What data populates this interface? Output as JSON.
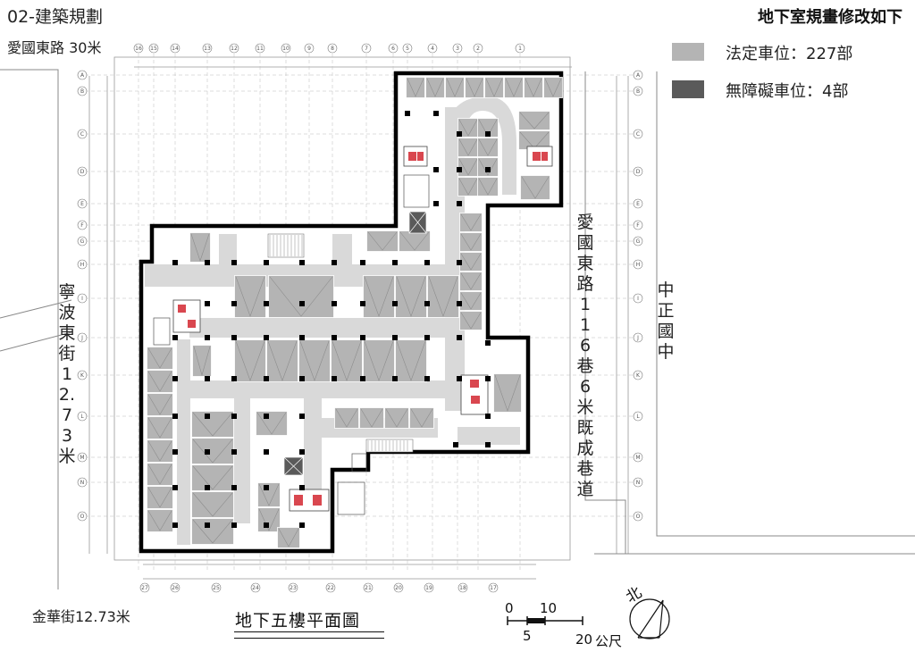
{
  "header": {
    "section_title": "02-建築規劃",
    "page_heading": "地下室規畫修改如下"
  },
  "legend": [
    {
      "label": "法定車位：227部",
      "color": "#b4b4b4"
    },
    {
      "label": "無障礙車位：4部",
      "color": "#5a5a5a"
    }
  ],
  "roads": {
    "north": "愛國東路 30米",
    "west": "寧波東街12.73米",
    "south": "金華街12.73米",
    "east": "愛國東路116巷 6米既成巷道",
    "school": "中正國中"
  },
  "plan": {
    "title": "地下五樓平面圖",
    "top_grid_labels": [
      "16",
      "15",
      "14",
      "13",
      "12",
      "11",
      "10",
      "9",
      "8",
      "7",
      "6",
      "5",
      "4",
      "3",
      "2",
      "1"
    ],
    "bottom_grid_labels": [
      "27",
      "26",
      "25",
      "24",
      "23",
      "22",
      "21",
      "20",
      "19",
      "18",
      "17"
    ],
    "side_grid_labels": [
      "A",
      "B",
      "C",
      "D",
      "E",
      "F",
      "G",
      "H",
      "I",
      "J",
      "K",
      "L",
      "M",
      "N",
      "O"
    ]
  },
  "scale_bar": {
    "marks": [
      "0",
      "10",
      "5",
      "20"
    ],
    "unit": "公尺"
  },
  "north_arrow": {
    "label": "北"
  },
  "colors": {
    "parking": "#b4b4b4",
    "accessible": "#5a5a5a",
    "driveway": "#d9d9d9",
    "outline": "#000000"
  }
}
